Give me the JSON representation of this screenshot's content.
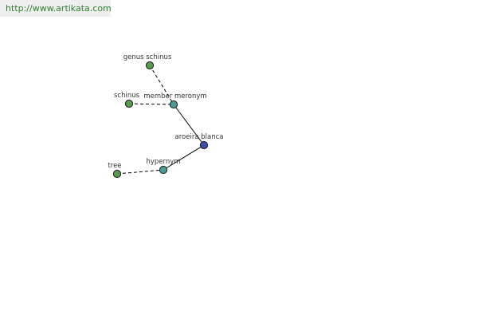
{
  "site_url": "http://www.artikata.com",
  "colors": {
    "leaf_node": "#5a9a4e",
    "relation_node": "#4d9a9a",
    "root_node": "#3b4fa6",
    "edge": "#000000",
    "url_text": "#2f7d2f"
  },
  "graph": {
    "nodes": [
      {
        "id": "genus-schinus",
        "label": "genus schinus",
        "kind": "leaf"
      },
      {
        "id": "schinus",
        "label": "schinus",
        "kind": "leaf"
      },
      {
        "id": "member-meronym",
        "label": "member meronym",
        "kind": "relation"
      },
      {
        "id": "aroeira-blanca",
        "label": "aroeira blanca",
        "kind": "root"
      },
      {
        "id": "hypernym",
        "label": "hypernym",
        "kind": "relation"
      },
      {
        "id": "tree",
        "label": "tree",
        "kind": "leaf"
      }
    ],
    "edges": [
      {
        "from": "genus-schinus",
        "to": "member-meronym",
        "style": "dashed"
      },
      {
        "from": "schinus",
        "to": "member-meronym",
        "style": "dashed"
      },
      {
        "from": "member-meronym",
        "to": "aroeira-blanca",
        "style": "solid"
      },
      {
        "from": "hypernym",
        "to": "aroeira-blanca",
        "style": "solid"
      },
      {
        "from": "tree",
        "to": "hypernym",
        "style": "dashed"
      }
    ]
  }
}
